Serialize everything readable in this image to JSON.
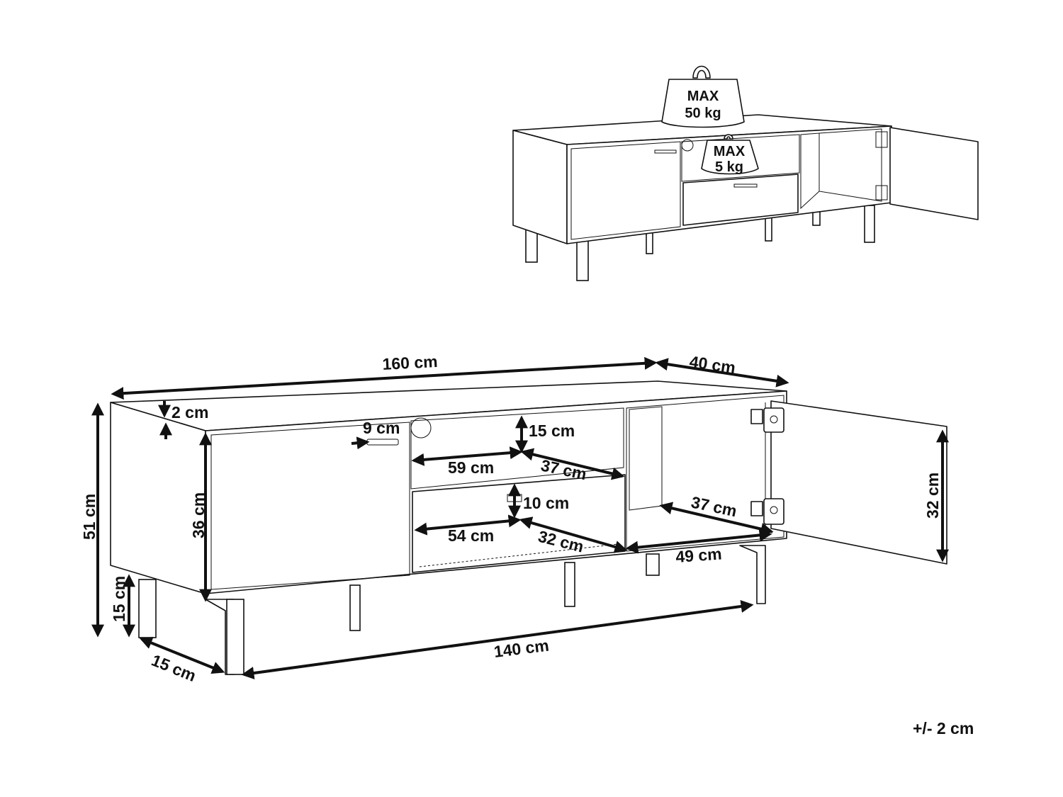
{
  "weights": {
    "top": {
      "line1": "MAX",
      "line2": "50 kg"
    },
    "shelf": {
      "line1": "MAX",
      "line2": "5 kg"
    }
  },
  "dimensions": {
    "length": "160 cm",
    "depth": "40 cm",
    "top_thickness": "2 cm",
    "handle": "9 cm",
    "shelf_height": "15 cm",
    "shelf_width": "59 cm",
    "shelf_depth": "37 cm",
    "drawer_height": "10 cm",
    "drawer_width": "54 cm",
    "drawer_depth": "32 cm",
    "cabinet_depth": "37 cm",
    "cabinet_width": "49 cm",
    "door_height": "32 cm",
    "total_height": "51 cm",
    "front_height": "36 cm",
    "leg_height": "15 cm",
    "leg_depth": "15 cm",
    "leg_span": "140 cm"
  },
  "tolerance": "+/- 2 cm"
}
